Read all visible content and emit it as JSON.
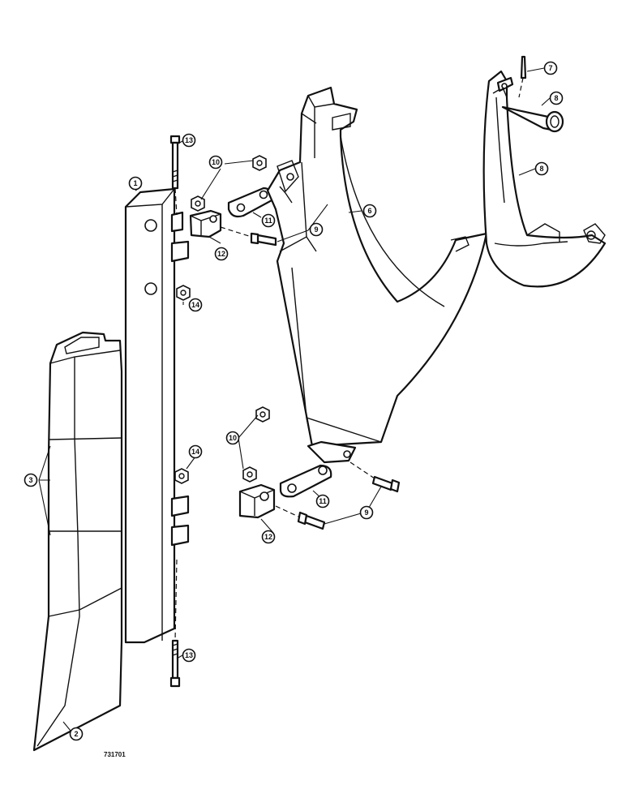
{
  "figure_id": "731701",
  "callouts": {
    "c1": "1",
    "c2": "2",
    "c3": "3",
    "c6": "6",
    "c7": "7",
    "c8": "8",
    "c9": "9",
    "c10": "10",
    "c11": "11",
    "c12": "12",
    "c13": "13",
    "c14": "14"
  }
}
